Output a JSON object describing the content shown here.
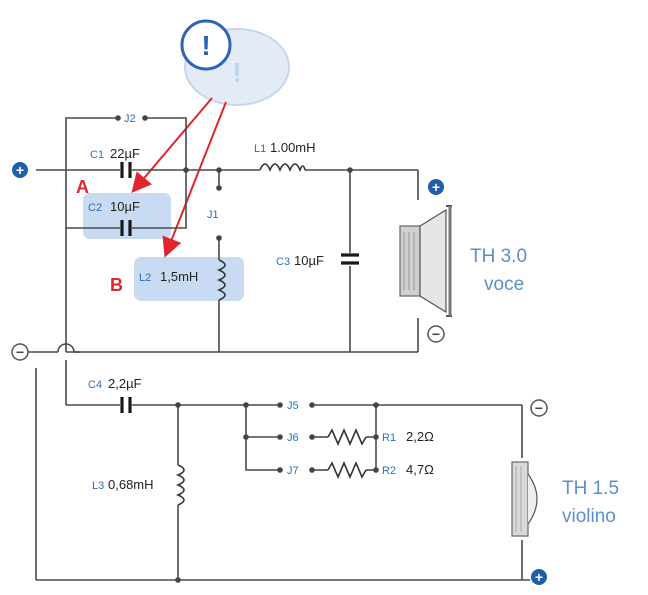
{
  "components": {
    "j2": "J2",
    "c1_ref": "C1",
    "c1_val": "22µF",
    "c2_ref": "C2",
    "c2_val": "10µF",
    "l1_ref": "L1",
    "l1_val": "1.00mH",
    "j1": "J1",
    "l2_ref": "L2",
    "l2_val": "1,5mH",
    "c3_ref": "C3",
    "c3_val": "10µF",
    "c4_ref": "C4",
    "c4_val": "2,2µF",
    "l3_ref": "L3",
    "l3_val": "0,68mH",
    "j5": "J5",
    "j6": "J6",
    "j7": "J7",
    "r1_ref": "R1",
    "r1_val": "2,2Ω",
    "r2_ref": "R2",
    "r2_val": "4,7Ω"
  },
  "speakers": {
    "mid_line1": "TH 3.0",
    "mid_line2": "voce",
    "tweeter_line1": "TH 1.5",
    "tweeter_line2": "violino"
  },
  "annotations": {
    "marker_a": "A",
    "marker_b": "B",
    "alert_symbol": "!"
  },
  "terminals": {
    "plus": "+",
    "minus": "−"
  },
  "colors": {
    "highlight": "#c9dbf2",
    "arrow": "#e0262c",
    "reference_blue": "#2f6fb5",
    "terminal_blue": "#1f5fa8"
  },
  "icons": [
    "alert-icon",
    "speaker-icon",
    "plus-terminal-icon",
    "minus-terminal-icon"
  ]
}
